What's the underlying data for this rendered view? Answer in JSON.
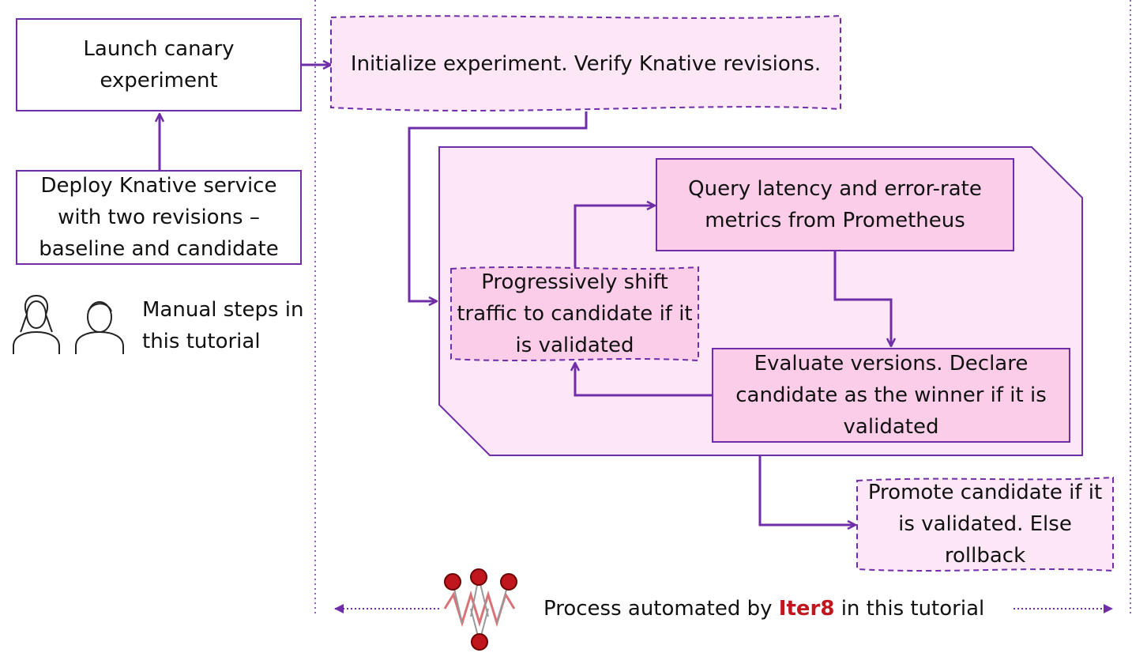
{
  "colors": {
    "accent": "#6f2da8",
    "pink_fill": "#fde6f5",
    "pink_box_fill": "#fbcde9",
    "brand_red": "#c0161d"
  },
  "manual": {
    "launch": "Launch canary experiment",
    "deploy": "Deploy Knative service with two revisions – baseline and candidate",
    "legend": "Manual steps in this tutorial",
    "icons": [
      "female-user-icon",
      "male-user-icon"
    ]
  },
  "automated": {
    "init": "Initialize experiment. Verify Knative revisions.",
    "query": "Query latency and error-rate metrics from Prometheus",
    "evaluate": "Evaluate versions. Declare candidate as the winner if it is validated",
    "shift": "Progressively shift traffic to candidate if it is validated",
    "promote": "Promote candidate if it is validated. Else rollback"
  },
  "footer": {
    "prefix": "Process automated by ",
    "brand": "Iter8",
    "suffix": " in this tutorial",
    "logo_icon": "iter8-logo-icon"
  }
}
